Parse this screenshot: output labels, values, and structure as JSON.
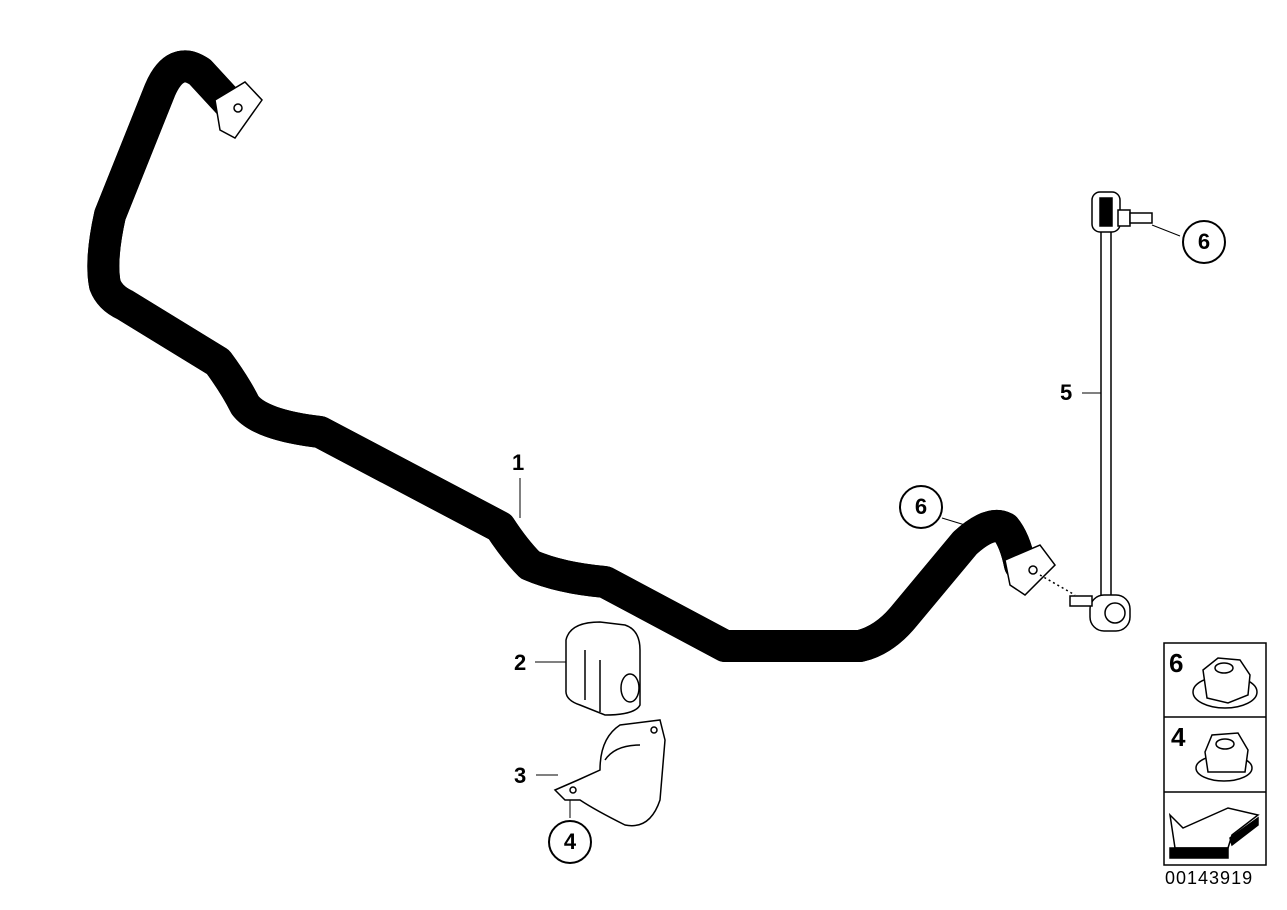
{
  "diagram": {
    "callouts": {
      "stabilizer_bar": "1",
      "rubber_mounting": "2",
      "bracket": "3",
      "nut_bracket": "4",
      "link": "5",
      "nut_link_top": "6",
      "nut_bar": "6"
    },
    "legend": [
      {
        "number": "6",
        "icon": "collar-nut-icon"
      },
      {
        "number": "4",
        "icon": "self-locking-hex-nut-icon"
      },
      {
        "number": "",
        "icon": "arrow-icon"
      }
    ],
    "part_number": "00143919"
  }
}
